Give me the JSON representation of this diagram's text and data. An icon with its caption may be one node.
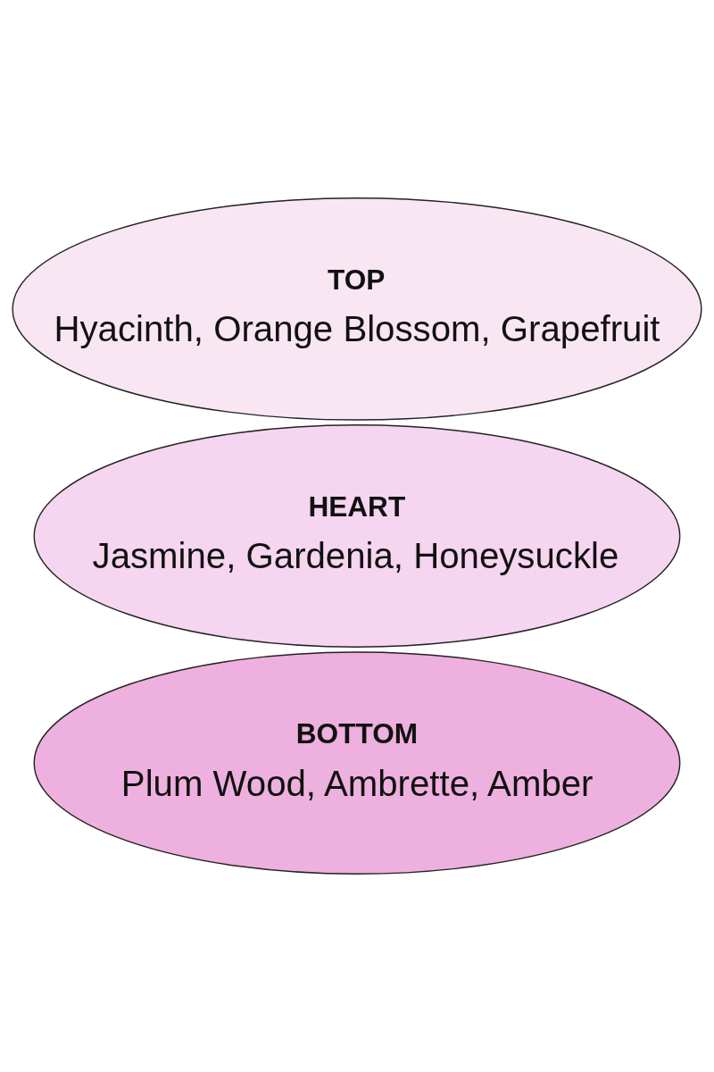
{
  "diagram": {
    "nodes": [
      {
        "text": [
          "TOP",
          "Hyacinth, Orange Blossom, Grapefruit"
        ]
      },
      {
        "text": [
          "HEART",
          "Jasmine, Gardenia, Honeysuckle"
        ]
      },
      {
        "text": [
          "BOTTOM",
          "Plum Wood, Ambrette, Amber"
        ]
      }
    ]
  }
}
